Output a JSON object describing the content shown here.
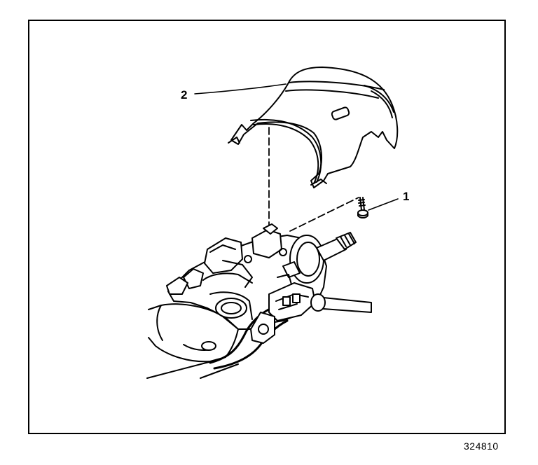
{
  "figure": {
    "id": "324810",
    "callouts": [
      {
        "number": "2",
        "part": "steering-column-upper-shroud"
      },
      {
        "number": "1",
        "part": "shroud-screw"
      }
    ]
  },
  "colors": {
    "ink": "#000000",
    "background": "#ffffff"
  }
}
